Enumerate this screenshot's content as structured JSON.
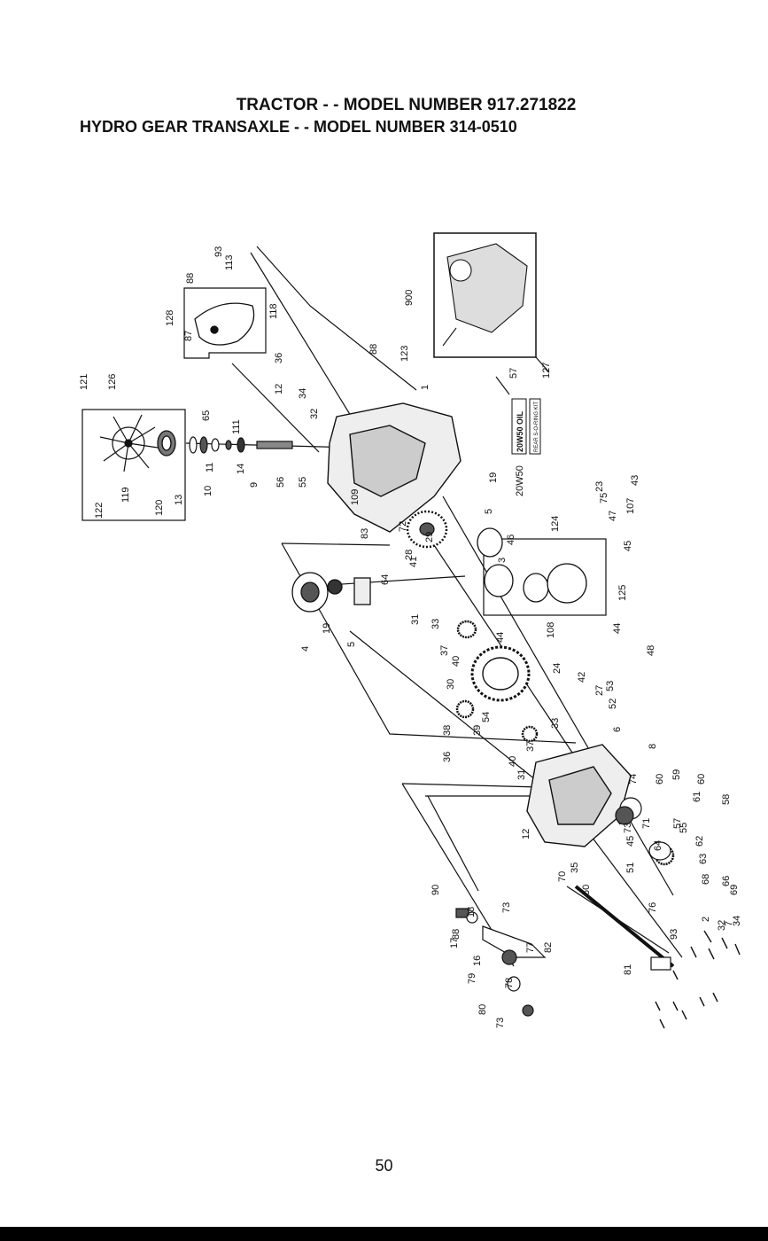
{
  "title_line1": "TRACTOR - - MODEL NUMBER 917.271822",
  "title_line2": "HYDRO GEAR TRANSAXLE - - MODEL NUMBER 314-0510",
  "page_number": "50",
  "colors": {
    "ink": "#111111",
    "paper": "#ffffff"
  },
  "oil_label": {
    "line1": "20W50 OIL",
    "line2": "REAR S-O-RING KIT"
  },
  "callouts": [
    "93",
    "113",
    "128",
    "88",
    "87",
    "118",
    "36",
    "12",
    "34",
    "32",
    "88",
    "123",
    "900",
    "1",
    "121",
    "126",
    "122",
    "119",
    "120",
    "13",
    "10",
    "11",
    "14",
    "9",
    "56",
    "55",
    "65",
    "111",
    "109",
    "83",
    "19",
    "5",
    "57",
    "127",
    "20W50",
    "72",
    "29",
    "41",
    "28",
    "64",
    "4",
    "19",
    "5",
    "3",
    "46",
    "124",
    "23",
    "75",
    "47",
    "107",
    "43",
    "45",
    "125",
    "31",
    "33",
    "37",
    "40",
    "44",
    "108",
    "44",
    "48",
    "24",
    "42",
    "27",
    "53",
    "52",
    "30",
    "6",
    "38",
    "39",
    "54",
    "36",
    "40",
    "37",
    "33",
    "31",
    "8",
    "74",
    "60",
    "59",
    "60",
    "61",
    "58",
    "57",
    "55",
    "62",
    "63",
    "68",
    "66",
    "69",
    "7",
    "2",
    "32",
    "34",
    "12",
    "35",
    "70",
    "50",
    "51",
    "45",
    "73",
    "71",
    "64",
    "93",
    "76",
    "81",
    "90",
    "88",
    "17",
    "18",
    "73",
    "16",
    "77",
    "82",
    "79",
    "78",
    "80",
    "73"
  ]
}
